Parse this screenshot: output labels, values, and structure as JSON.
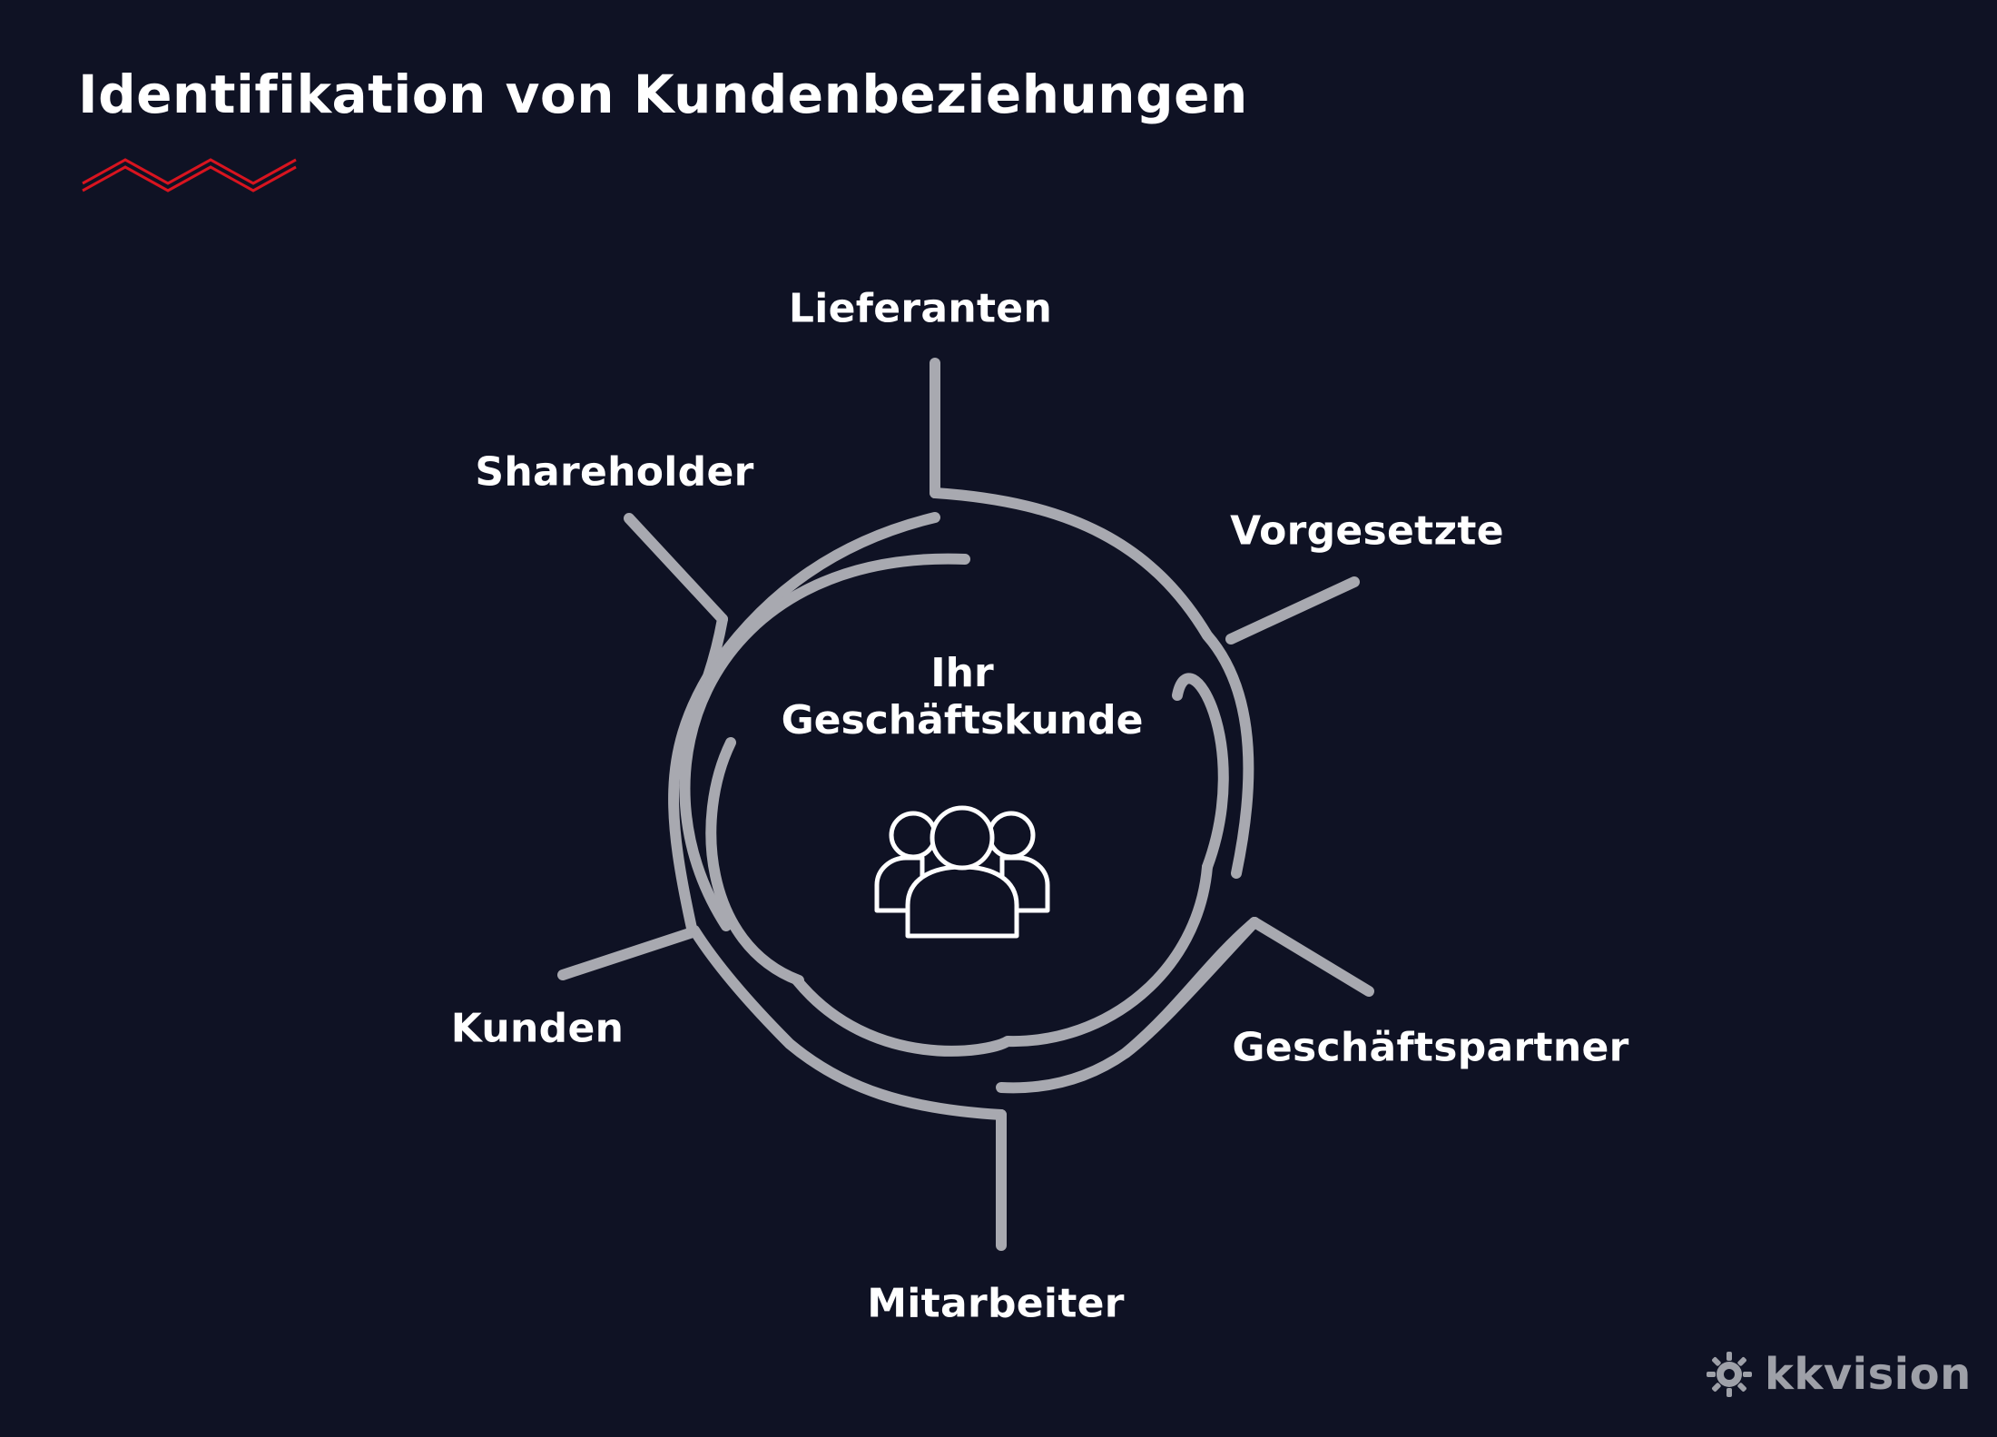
{
  "title": "Identifikation von Kundenbeziehungen",
  "center": {
    "line1": "Ihr",
    "line2": "Geschäftskunde",
    "icon": "people-group-icon"
  },
  "nodes": [
    {
      "label": "Lieferanten"
    },
    {
      "label": "Vorgesetzte"
    },
    {
      "label": "Geschäftspartner"
    },
    {
      "label": "Mitarbeiter"
    },
    {
      "label": "Kunden"
    },
    {
      "label": "Shareholder"
    }
  ],
  "logo": {
    "text": "kkvision",
    "icon": "gear-sun-icon"
  },
  "colors": {
    "background": "#0f1224",
    "text": "#ffffff",
    "lines": "#a8a9b0",
    "accent": "#d8141f",
    "logo": "#9ea0a8"
  }
}
